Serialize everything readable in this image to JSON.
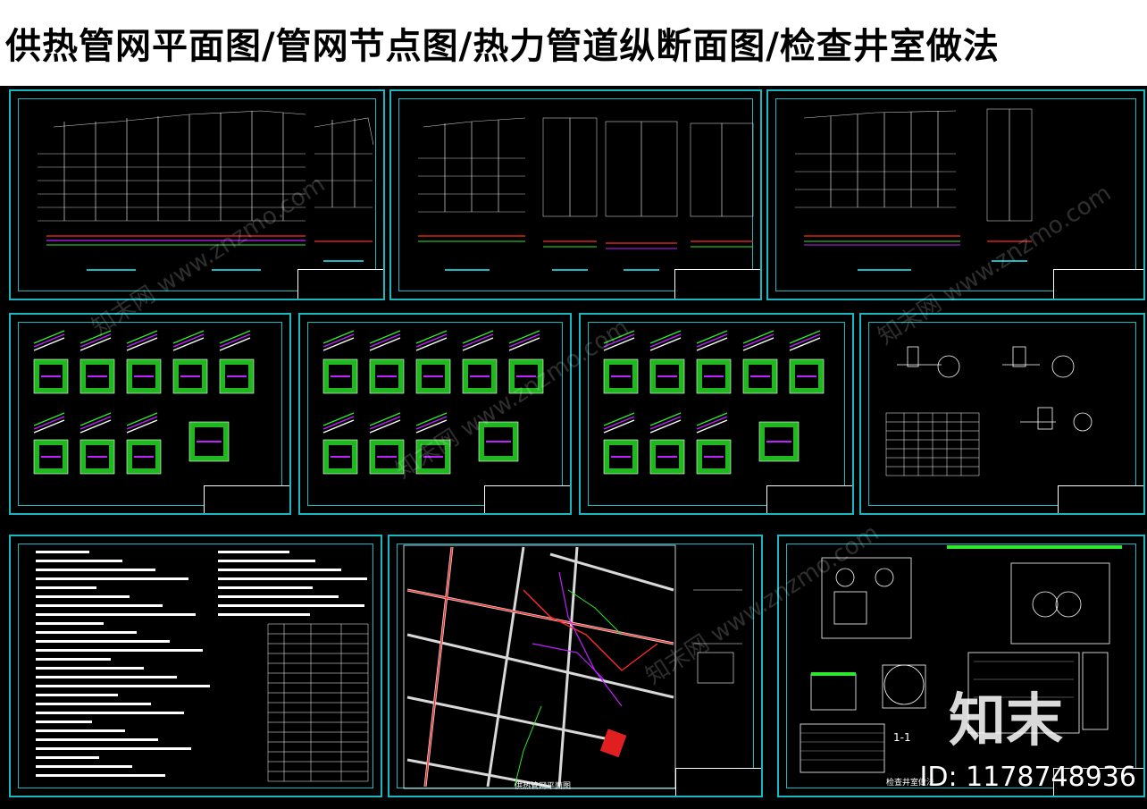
{
  "title": "供热管网平面图/管网节点图/热力管道纵断面图/检查井室做法",
  "watermark": "知末网 www.znzmo.com",
  "logo": "知末",
  "id_label": "ID: 1178748936",
  "sheet_captions": {
    "site_plan": "供热管网平面图",
    "well_detail": "检查井室做法",
    "section": "1-1"
  },
  "colors": {
    "border": "#19b7c0",
    "pipe_red": "#ff2a2a",
    "pipe_green": "#2ee82e",
    "pipe_magenta": "#c020ff",
    "background": "#000000"
  }
}
